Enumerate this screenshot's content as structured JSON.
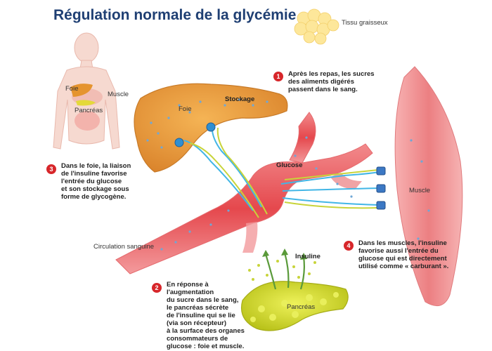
{
  "title": "Régulation normale de la glycémie",
  "labels": {
    "tissu": "Tissu graisseux",
    "foie_small": "Foie",
    "muscle_small": "Muscle",
    "pancreas_small": "Pancréas",
    "foie": "Foie",
    "stockage": "Stockage",
    "glucose": "Glucose",
    "muscle": "Muscle",
    "circulation": "Circulation sanguine",
    "insuline": "Insuline",
    "pancreas": "Pancréas"
  },
  "notes": [
    {
      "num": "1",
      "text": "Après les repas, les sucres\ndes aliments digérés\npassent dans le sang."
    },
    {
      "num": "2",
      "text": "En réponse à\nl'augmentation\ndu sucre dans le sang,\nle pancréas sécrète\nde l'insuline qui se lie\n(via son récepteur)\nà la surface des organes\nconsommateurs de\nglucose : foie et muscle."
    },
    {
      "num": "3",
      "text": "Dans le foie, la liaison\nde l'insuline favorise\nl'entrée du glucose\net son stockage sous\nforme de glycogène."
    },
    {
      "num": "4",
      "text": "Dans les muscles, l'insuline\nfavorise aussi l'entrée du\nglucose qui est directement\nutilisé comme « carburant »."
    }
  ],
  "colors": {
    "title": "#1f3f73",
    "badge": "#d7262a",
    "vessel": "#e8585c",
    "liver": "#e79a3a",
    "muscle": "#ef8a8a",
    "pancreas": "#d9e02a",
    "fat": "#fde9a0",
    "glucose_stream": "#42b6e6",
    "insulin_stream": "#c8d43a"
  }
}
